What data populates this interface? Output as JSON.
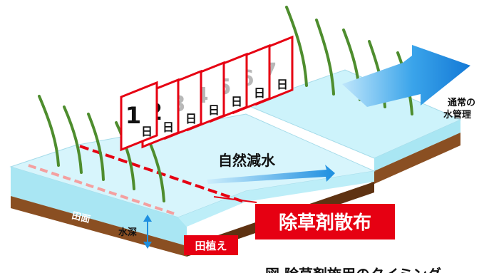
{
  "labels": {
    "normal_water_line1": "通常の",
    "normal_water_line2": "水管理",
    "natural_decrease": "自然減水",
    "herbicide": "除草剤散布",
    "planting": "田植え",
    "water_depth": "水深",
    "field_surface": "田面",
    "bottom_caption": "図 除草剤施用のタイミング"
  },
  "day_unit": "日",
  "days": [
    "1",
    "2",
    "3",
    "4",
    "5",
    "6",
    "7"
  ],
  "colors": {
    "water_top": "#cdf3fb",
    "water_front": "#a9e6f3",
    "soil": "#8a4f22",
    "soil_dark": "#5e3212",
    "arrow_blue": "#1e8fe0",
    "red": "#e60012",
    "grass": "#4e8d2e"
  }
}
